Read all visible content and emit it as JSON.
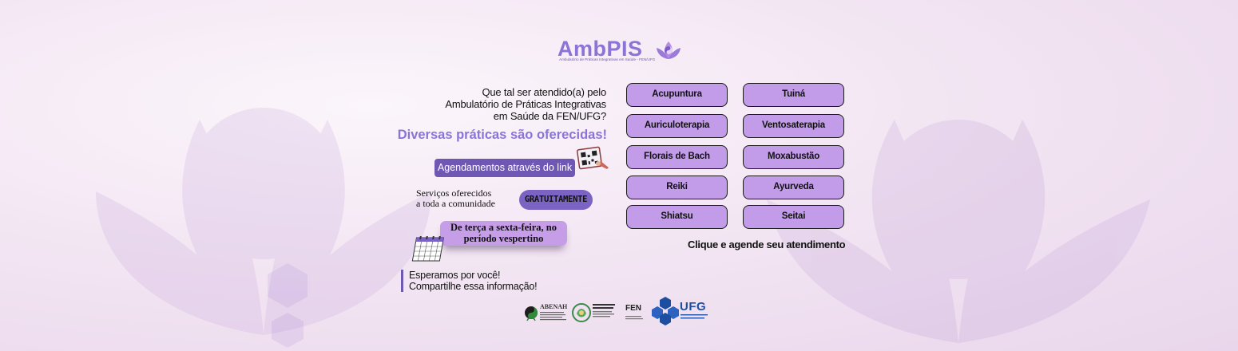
{
  "logo": {
    "word": "AmbPIS",
    "subtitle": "Ambulatório de Práticas Integrativas em Saúde - FEN/UFG"
  },
  "intro": {
    "question_lines": [
      "Que tal ser atendido(a) pelo",
      "Ambulatório de Práticas Integrativas",
      "em Saúde da FEN/UFG?"
    ],
    "highlight": "Diversas práticas são oferecidas!"
  },
  "scheduling": {
    "label": "Agendamentos através do link"
  },
  "services": {
    "lines": [
      "Serviços oferecidos",
      "a toda a comunidade"
    ],
    "free_label": "GRATUITAMENTE"
  },
  "schedule_days": {
    "lines": [
      "De terça a sexta-feira, no",
      "período vespertino"
    ]
  },
  "closing": {
    "lines": [
      "Esperamos por você!",
      "Compartilhe essa informação!"
    ]
  },
  "practices": [
    {
      "label": "Acupuntura"
    },
    {
      "label": "Tuiná"
    },
    {
      "label": "Auriculoterapia"
    },
    {
      "label": "Ventosaterapia"
    },
    {
      "label": "Florais de Bach"
    },
    {
      "label": "Moxabustão"
    },
    {
      "label": "Reiki"
    },
    {
      "label": "Ayurveda"
    },
    {
      "label": "Shiatsu"
    },
    {
      "label": "Seitai"
    }
  ],
  "cta": "Clique e agende seu atendimento",
  "footer": {
    "abenah": "ABENAH",
    "fen": "FEN",
    "ufg": "UFG"
  },
  "colors": {
    "brand_purple": "#8b74d6",
    "dark_purple": "#6f57b4",
    "button_lilac": "#c29ce9",
    "ufg_blue": "#1d4ea0"
  },
  "icons": [
    "lotus-icon",
    "qr-code-icon",
    "calendar-icon",
    "abenah-logo-icon",
    "school-logo-icon",
    "ufg-hexagon-icon"
  ]
}
